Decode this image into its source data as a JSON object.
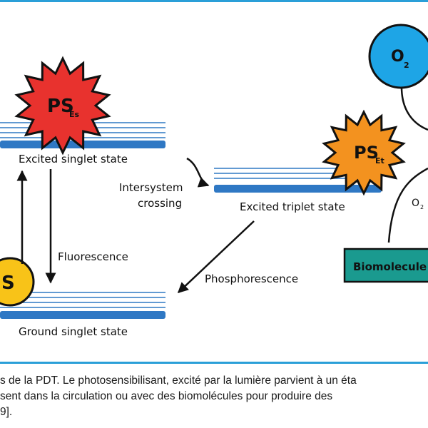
{
  "diagram": {
    "levels": {
      "excited_singlet": "Excited singlet state",
      "excited_triplet": "Excited triplet state",
      "ground_singlet": "Ground singlet state"
    },
    "processes": {
      "intersystem_line1": "Intersystem",
      "intersystem_line2": "crossing",
      "fluorescence": "Fluorescence",
      "phosphorescence": "Phosphorescence"
    },
    "species": {
      "ps_es_main": "PS",
      "ps_es_sub": "Es",
      "ps_et_main": "PS",
      "ps_et_sub": "Et",
      "ps_ground_main": "S",
      "oxygen_main": "O",
      "oxygen_sub": "2",
      "oxygen_label_main": "O",
      "oxygen_label_sub": "2",
      "biomolecule": "Biomolecule"
    },
    "colors": {
      "rule": "#2a9fd8",
      "level_line": "#2f78c4",
      "ps_excited_singlet": "#e8322e",
      "ps_excited_triplet": "#f3921f",
      "ps_ground": "#f8c318",
      "oxygen": "#1ea5e6",
      "biomolecule": "#1a9a8f"
    }
  },
  "caption": {
    "line1": "s de la PDT. Le photosensibilisant, excité par la lumière parvient à un éta",
    "line2": "sent dans la circulation ou avec des biomolécules pour produire des",
    "line3": "9]."
  }
}
